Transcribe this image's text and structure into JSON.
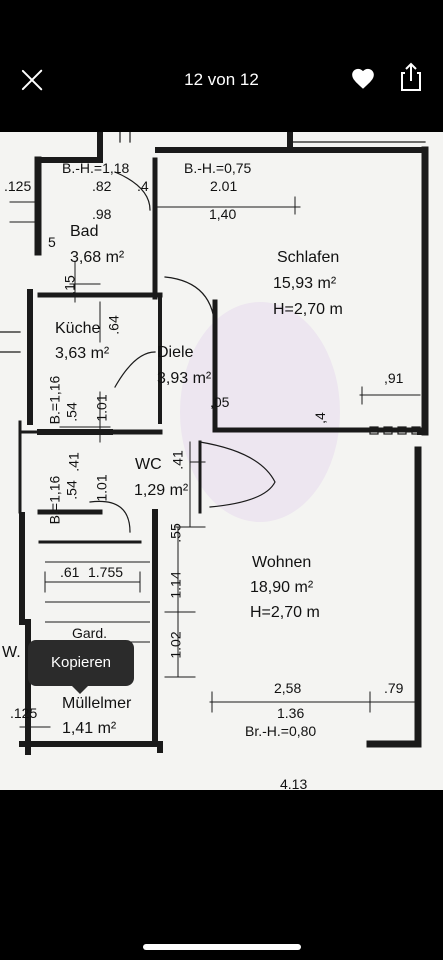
{
  "header": {
    "counter": "12 von 12",
    "close_icon": "close-icon",
    "favorite_icon": "heart-icon",
    "share_icon": "share-icon"
  },
  "context_menu": {
    "copy_label": "Kopieren"
  },
  "floorplan": {
    "rooms": {
      "bad": {
        "name": "Bad",
        "area": "3,68 m²"
      },
      "kueche": {
        "name": "Küche",
        "area": "3,63 m²"
      },
      "diele": {
        "name": "Diele",
        "area": "3,93 m²"
      },
      "wc": {
        "name": "WC",
        "area": "1,29 m²"
      },
      "schlafen": {
        "name": "Schlafen",
        "area": "15,93 m²",
        "height": "H=2,70 m"
      },
      "wohnen": {
        "name": "Wohnen",
        "area": "18,90 m²",
        "height": "H=2,70 m"
      },
      "muellmer": {
        "name": "Müllelmer",
        "area": "1,41 m²"
      },
      "gard": {
        "name": "Gard."
      }
    },
    "labels": {
      "bh118": "B.-H.=1,18",
      "bh075": "B.-H.=0,75",
      "d82": ".82",
      "d4": ".4",
      "d201": "2.01",
      "d98": ".98",
      "d140": "1,40",
      "d125a": ".125",
      "d5": "5",
      "d15": ".15",
      "d64": ".64",
      "d116a": "B.=1,16",
      "d54a": ".54",
      "d101a": "1.01",
      "d05": ",05",
      "d91": ",91",
      "d4b": ",4",
      "d41a": ".41",
      "d41b": ".41",
      "d116b": "B.=1,16",
      "d54b": ".54",
      "d101b": "1.01",
      "d55": ".55",
      "d114": "1.14",
      "d102": "1.02",
      "d61": ".61",
      "d1755": "1.755",
      "d258": "2,58",
      "d79": ".79",
      "d136": "1.36",
      "brh": "Br.-H.=0,80",
      "d125b": ".125",
      "d413": "4.13",
      "w": "W."
    }
  },
  "colors": {
    "background": "#000000",
    "paper": "#f4f4f2",
    "wall": "#1a1a1a",
    "tooltip": "#2b2b2b"
  }
}
